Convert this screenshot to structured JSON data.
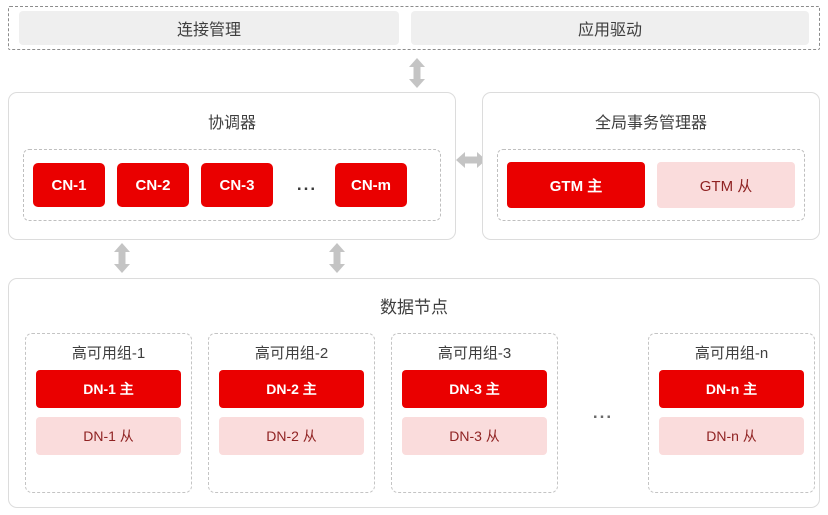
{
  "top_band": {
    "cells": [
      {
        "label": "连接管理"
      },
      {
        "label": "应用驱动"
      }
    ]
  },
  "coordinator": {
    "title": "协调器",
    "nodes": [
      {
        "label": "CN-1"
      },
      {
        "label": "CN-2"
      },
      {
        "label": "CN-3"
      },
      {
        "label": "CN-m"
      }
    ],
    "ellipsis": "..."
  },
  "gtm": {
    "title": "全局事务管理器",
    "primary": "GTM 主",
    "standby": "GTM 从"
  },
  "data_nodes": {
    "title": "数据节点",
    "ellipsis": "...",
    "groups": [
      {
        "title": "高可用组-1",
        "primary": "DN-1 主",
        "standby": "DN-1 从"
      },
      {
        "title": "高可用组-2",
        "primary": "DN-2 主",
        "standby": "DN-2 从"
      },
      {
        "title": "高可用组-3",
        "primary": "DN-3 主",
        "standby": "DN-3 从"
      },
      {
        "title": "高可用组-n",
        "primary": "DN-n 主",
        "standby": "DN-n 从"
      }
    ]
  },
  "colors": {
    "primary_red": "#ea0000",
    "standby_pink": "#fadcdc",
    "standby_text": "#8f2222",
    "band_fill": "#efefef",
    "border_gray": "#dcdcdc",
    "dashed_gray": "#bfbfbf",
    "arrow_gray": "#c4c4c4",
    "text_gray": "#3e3e3e"
  },
  "arrows": [
    {
      "name": "band-to-coordinator",
      "direction": "vertical-double"
    },
    {
      "name": "coordinator-to-gtm",
      "direction": "horizontal-double"
    },
    {
      "name": "coordinator-to-datanodes-left",
      "direction": "vertical-double"
    },
    {
      "name": "coordinator-to-datanodes-right",
      "direction": "vertical-double"
    }
  ]
}
